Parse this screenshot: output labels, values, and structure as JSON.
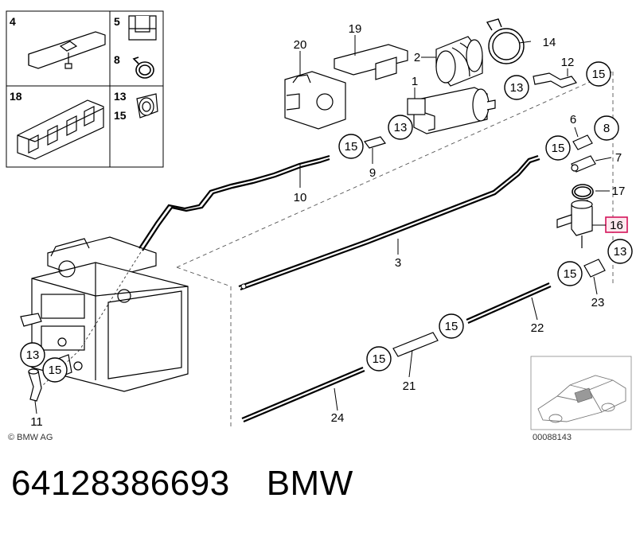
{
  "callouts": {
    "c4": "4",
    "c5": "5",
    "c8a": "8",
    "c18": "18",
    "c13a": "13",
    "c15a": "15",
    "c20": "20",
    "c19": "19",
    "c14": "14",
    "c2": "2",
    "c1": "1",
    "c12": "12",
    "c15b": "15",
    "c13b": "13",
    "c13c": "13",
    "c15c": "15",
    "c9": "9",
    "c10": "10",
    "c6": "6",
    "c8b": "8",
    "c15d": "15",
    "c7": "7",
    "c17": "17",
    "c16": "16",
    "c3": "3",
    "c13d": "13",
    "c15e": "15",
    "c23": "23",
    "c15f": "15",
    "c22": "22",
    "c15g": "15",
    "c21": "21",
    "c24": "24",
    "c13e": "13",
    "c15h": "15",
    "c11": "11"
  },
  "copyright": "© BMW AG",
  "diagram_id": "00088143",
  "footer": {
    "part_number": "64128386693",
    "brand": "BMW"
  },
  "colors": {
    "highlight": "#d4145a",
    "highlight_fill": "#fde8ee",
    "line": "#000000"
  }
}
